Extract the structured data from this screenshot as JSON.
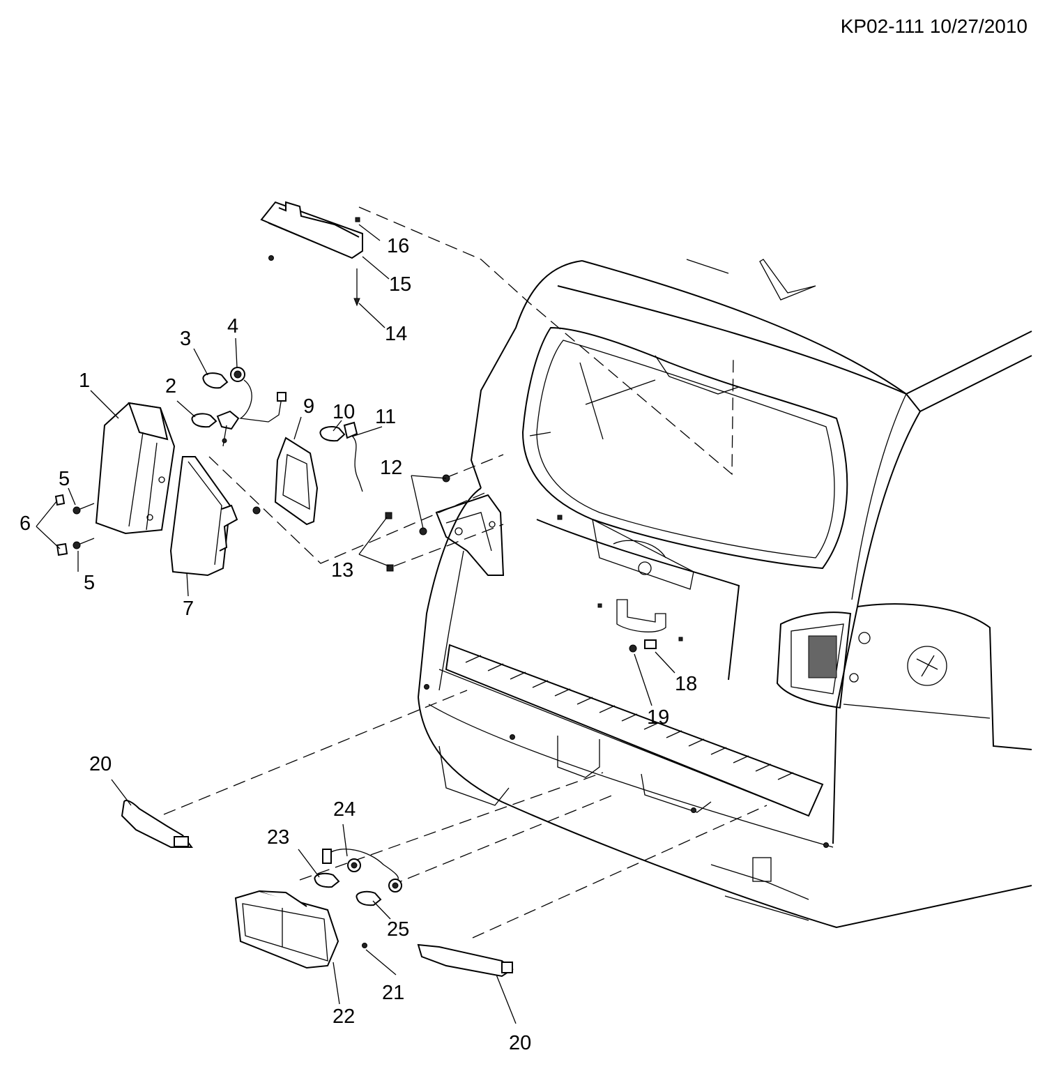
{
  "document": {
    "reference": "KP02-111 10/27/2010"
  },
  "callouts": [
    "1",
    "2",
    "3",
    "4",
    "5",
    "5",
    "6",
    "7",
    "9",
    "10",
    "11",
    "12",
    "13",
    "14",
    "15",
    "16",
    "18",
    "19",
    "20",
    "20",
    "21",
    "22",
    "23",
    "24",
    "25"
  ]
}
